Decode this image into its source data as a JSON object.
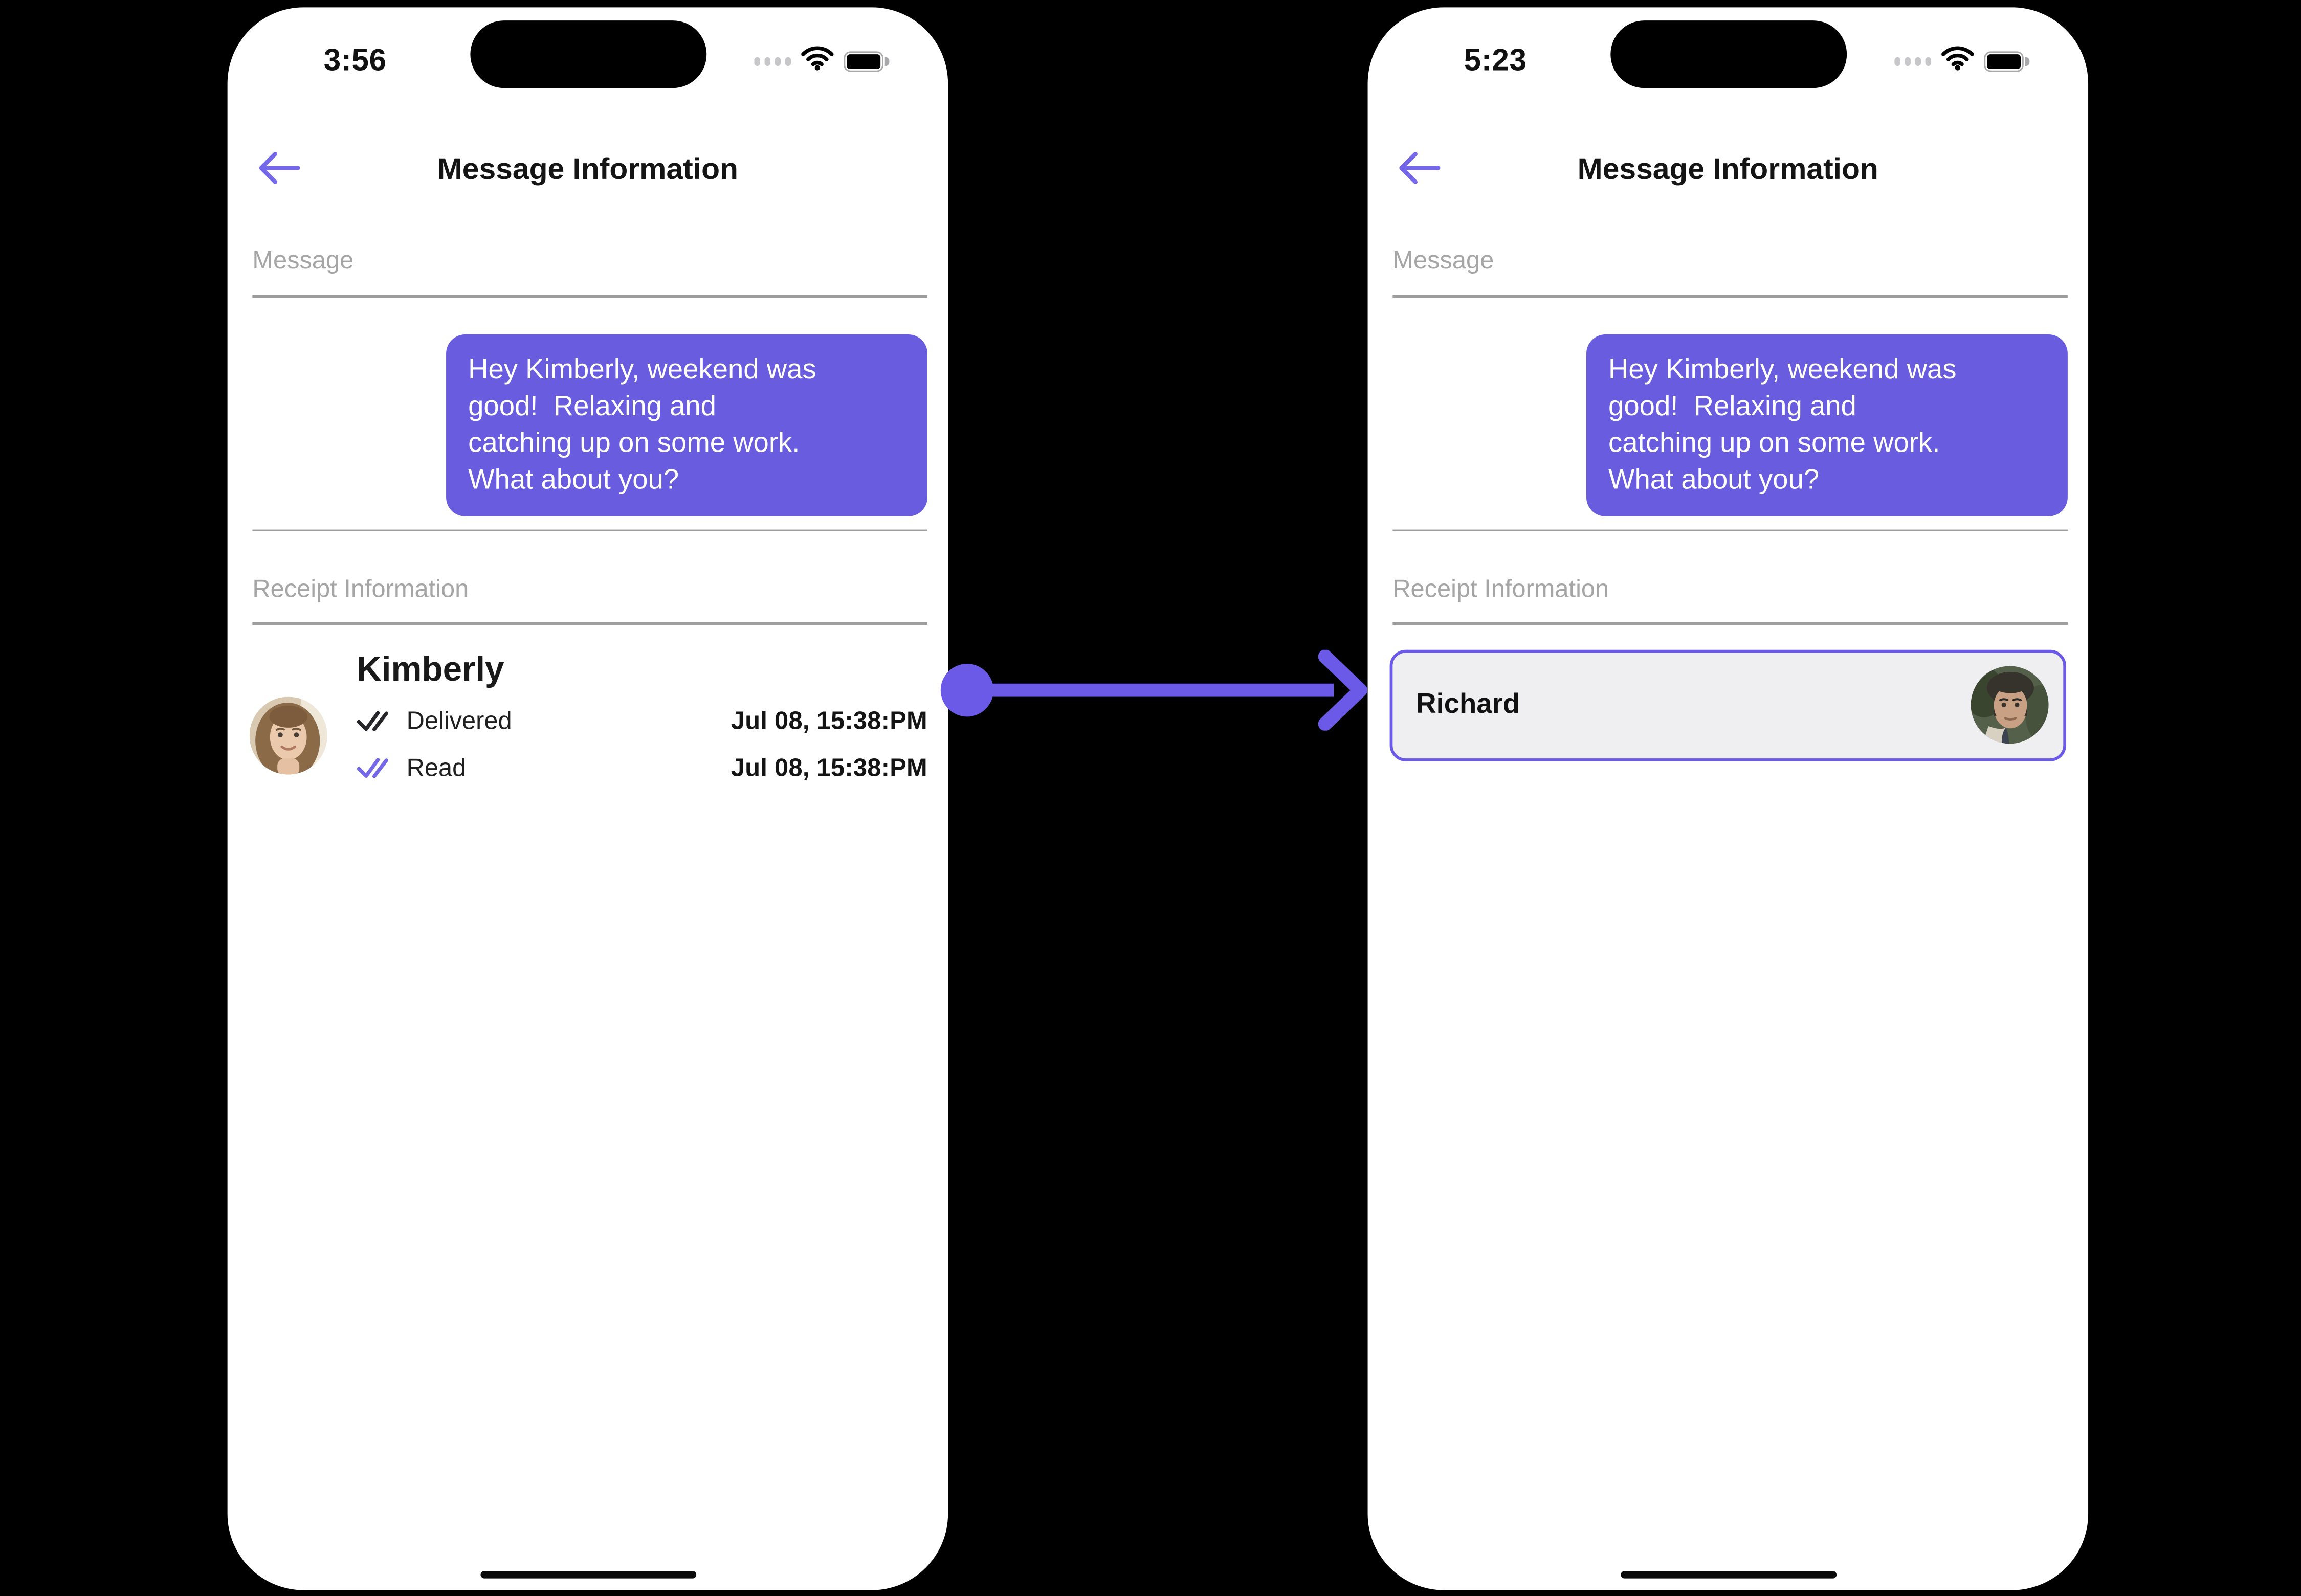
{
  "colors": {
    "background": "#000000",
    "phone_body": "#FFFFFF",
    "accent_purple": "#6B5AE8",
    "bubble_purple": "#695CDE",
    "back_arrow_purple": "#7568E8",
    "read_check_purple": "#7568E8",
    "delivered_check_black": "#26262A",
    "section_label_gray": "#A5A5A5",
    "divider_gray": "#9D9D9D",
    "card_background": "#EFEEF1"
  },
  "icons": {
    "back": "arrow-left-icon",
    "status_bar": [
      "cellular-signal-icon",
      "wifi-icon",
      "battery-icon"
    ],
    "delivered": "double-check-icon",
    "read": "double-check-icon",
    "transition": "arrow-right-icon"
  },
  "left_phone": {
    "status_bar": {
      "time": "3:56"
    },
    "header": {
      "title": "Message Information"
    },
    "message_section": {
      "label": "Message",
      "bubble_text": "Hey Kimberly, weekend was\ngood!  Relaxing and\ncatching up on some work.\nWhat about you?"
    },
    "receipt_section": {
      "label": "Receipt Information",
      "contact_name": "Kimberly",
      "avatar": "kimberly-avatar",
      "receipts": [
        {
          "status": "Delivered",
          "timestamp": "Jul 08, 15:38:PM"
        },
        {
          "status": "Read",
          "timestamp": "Jul 08, 15:38:PM"
        }
      ]
    }
  },
  "right_phone": {
    "status_bar": {
      "time": "5:23"
    },
    "header": {
      "title": "Message Information"
    },
    "message_section": {
      "label": "Message",
      "bubble_text": "Hey Kimberly, weekend was\ngood!  Relaxing and\ncatching up on some work.\nWhat about you?"
    },
    "receipt_section": {
      "label": "Receipt Information",
      "contact_name": "Richard",
      "avatar": "richard-avatar"
    }
  }
}
